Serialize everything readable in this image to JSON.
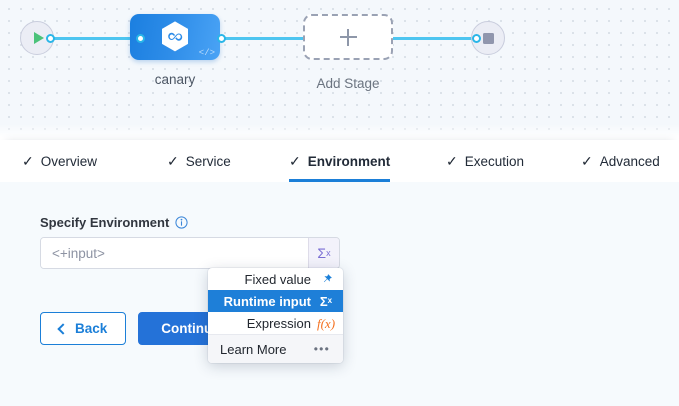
{
  "canvas": {
    "start_node": {
      "icon": "play-icon",
      "name": "start-node"
    },
    "end_node": {
      "icon": "stop-icon",
      "name": "end-node"
    },
    "stage": {
      "label": "canary",
      "icon": "hexagon-infinity-icon",
      "code_glyph": "</>"
    },
    "add_stage": {
      "label": "Add Stage",
      "icon": "plus-icon"
    }
  },
  "tabs": [
    {
      "label": "Overview",
      "check": "✓",
      "active": false
    },
    {
      "label": "Service",
      "check": "✓",
      "active": false
    },
    {
      "label": "Environment",
      "check": "✓",
      "active": true
    },
    {
      "label": "Execution",
      "check": "✓",
      "active": false
    },
    {
      "label": "Advanced",
      "check": "✓",
      "active": false
    }
  ],
  "form": {
    "field_label": "Specify Environment",
    "info_icon": "info-icon",
    "input_value": "",
    "input_placeholder": "<+input>",
    "sigma_button": "Σ",
    "sigma_sup": "x"
  },
  "buttons": {
    "back": "Back",
    "continue": "Continue"
  },
  "dropdown": {
    "items": [
      {
        "label": "Fixed value",
        "icon": "pin-icon",
        "glyph": "📌",
        "selected": false
      },
      {
        "label": "Runtime input",
        "icon": "sigma-icon",
        "glyph": "Σ",
        "selected": true
      },
      {
        "label": "Expression",
        "icon": "fx-icon",
        "glyph": "f(x)",
        "selected": false
      }
    ],
    "footer": {
      "label": "Learn More",
      "more_icon": "ellipsis-icon",
      "more_glyph": "•••"
    }
  },
  "colors": {
    "accent_blue": "#1b7fd8",
    "wire_blue": "#4dc5f0",
    "expression_orange": "#f4701f",
    "runtime_purple": "#7b6fd4"
  }
}
